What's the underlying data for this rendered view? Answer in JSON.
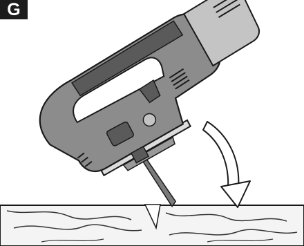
{
  "step": {
    "label": "G"
  },
  "colors": {
    "badge_background": "#1c1c1c",
    "badge_text": "#ffffff",
    "tool_dark": "#5a5a5a",
    "tool_mid": "#8c8c8c",
    "tool_light": "#c4c4c4",
    "wood": "#f2f2f2",
    "outline": "#1a1a1a"
  },
  "icons": [
    "jigsaw-illustration",
    "curved-arrow-icon",
    "wood-board"
  ]
}
